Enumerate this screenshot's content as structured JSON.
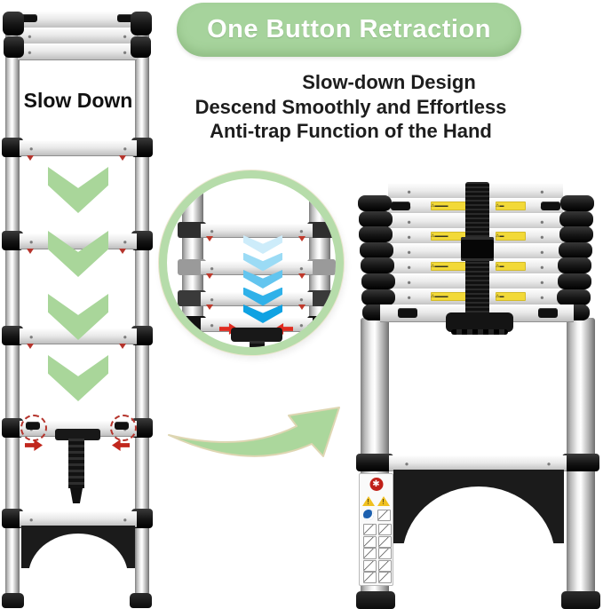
{
  "banner": {
    "label": "One Button Retraction",
    "bg_color": "#a6d39c",
    "text_color": "#ffffff"
  },
  "headline": {
    "lines": [
      "Slow-down Design",
      "Descend Smoothly and Effortless",
      "Anti-trap Function of the Hand"
    ],
    "text_color": "#1d1d1d"
  },
  "left_ladder": {
    "label": "Slow Down",
    "rung_count": 5,
    "chevron_count": 4,
    "chevron_color": "#a9d69a",
    "highlight": {
      "dashed_circle_color": "#b5342c",
      "arrow_color": "#c1271d"
    }
  },
  "inset": {
    "ring_color": "#b6dcaa",
    "rung_count": 4,
    "chevron_count": 5,
    "chevron_colors": [
      "#cdecfa",
      "#9bdbf5",
      "#63c5ef",
      "#2fb1e9",
      "#0fa2e2"
    ],
    "arrow_color": "#e02b20",
    "clamp_colors": [
      "#2e2e2e",
      "#9a9a9a",
      "#3a3a3a",
      "#111111"
    ]
  },
  "transition_arrow": {
    "color": "#abd79c",
    "outline_color": "#ded6b2",
    "direction": "up-right"
  },
  "right_ladder": {
    "stack_rows": 8,
    "label_rows": [
      1,
      3,
      5,
      7
    ],
    "label_color": "#f2d938",
    "warning_glyph": "⚠",
    "cap_count": 8,
    "sticker": {
      "grid_rows": 5,
      "grid_cols": 2
    }
  },
  "icons": {
    "green_chevron": "chevron-down-icon",
    "blue_chevron": "chevron-down-icon",
    "red_arrows": "arrow-inward-icon",
    "swoosh": "curved-arrow-icon"
  }
}
